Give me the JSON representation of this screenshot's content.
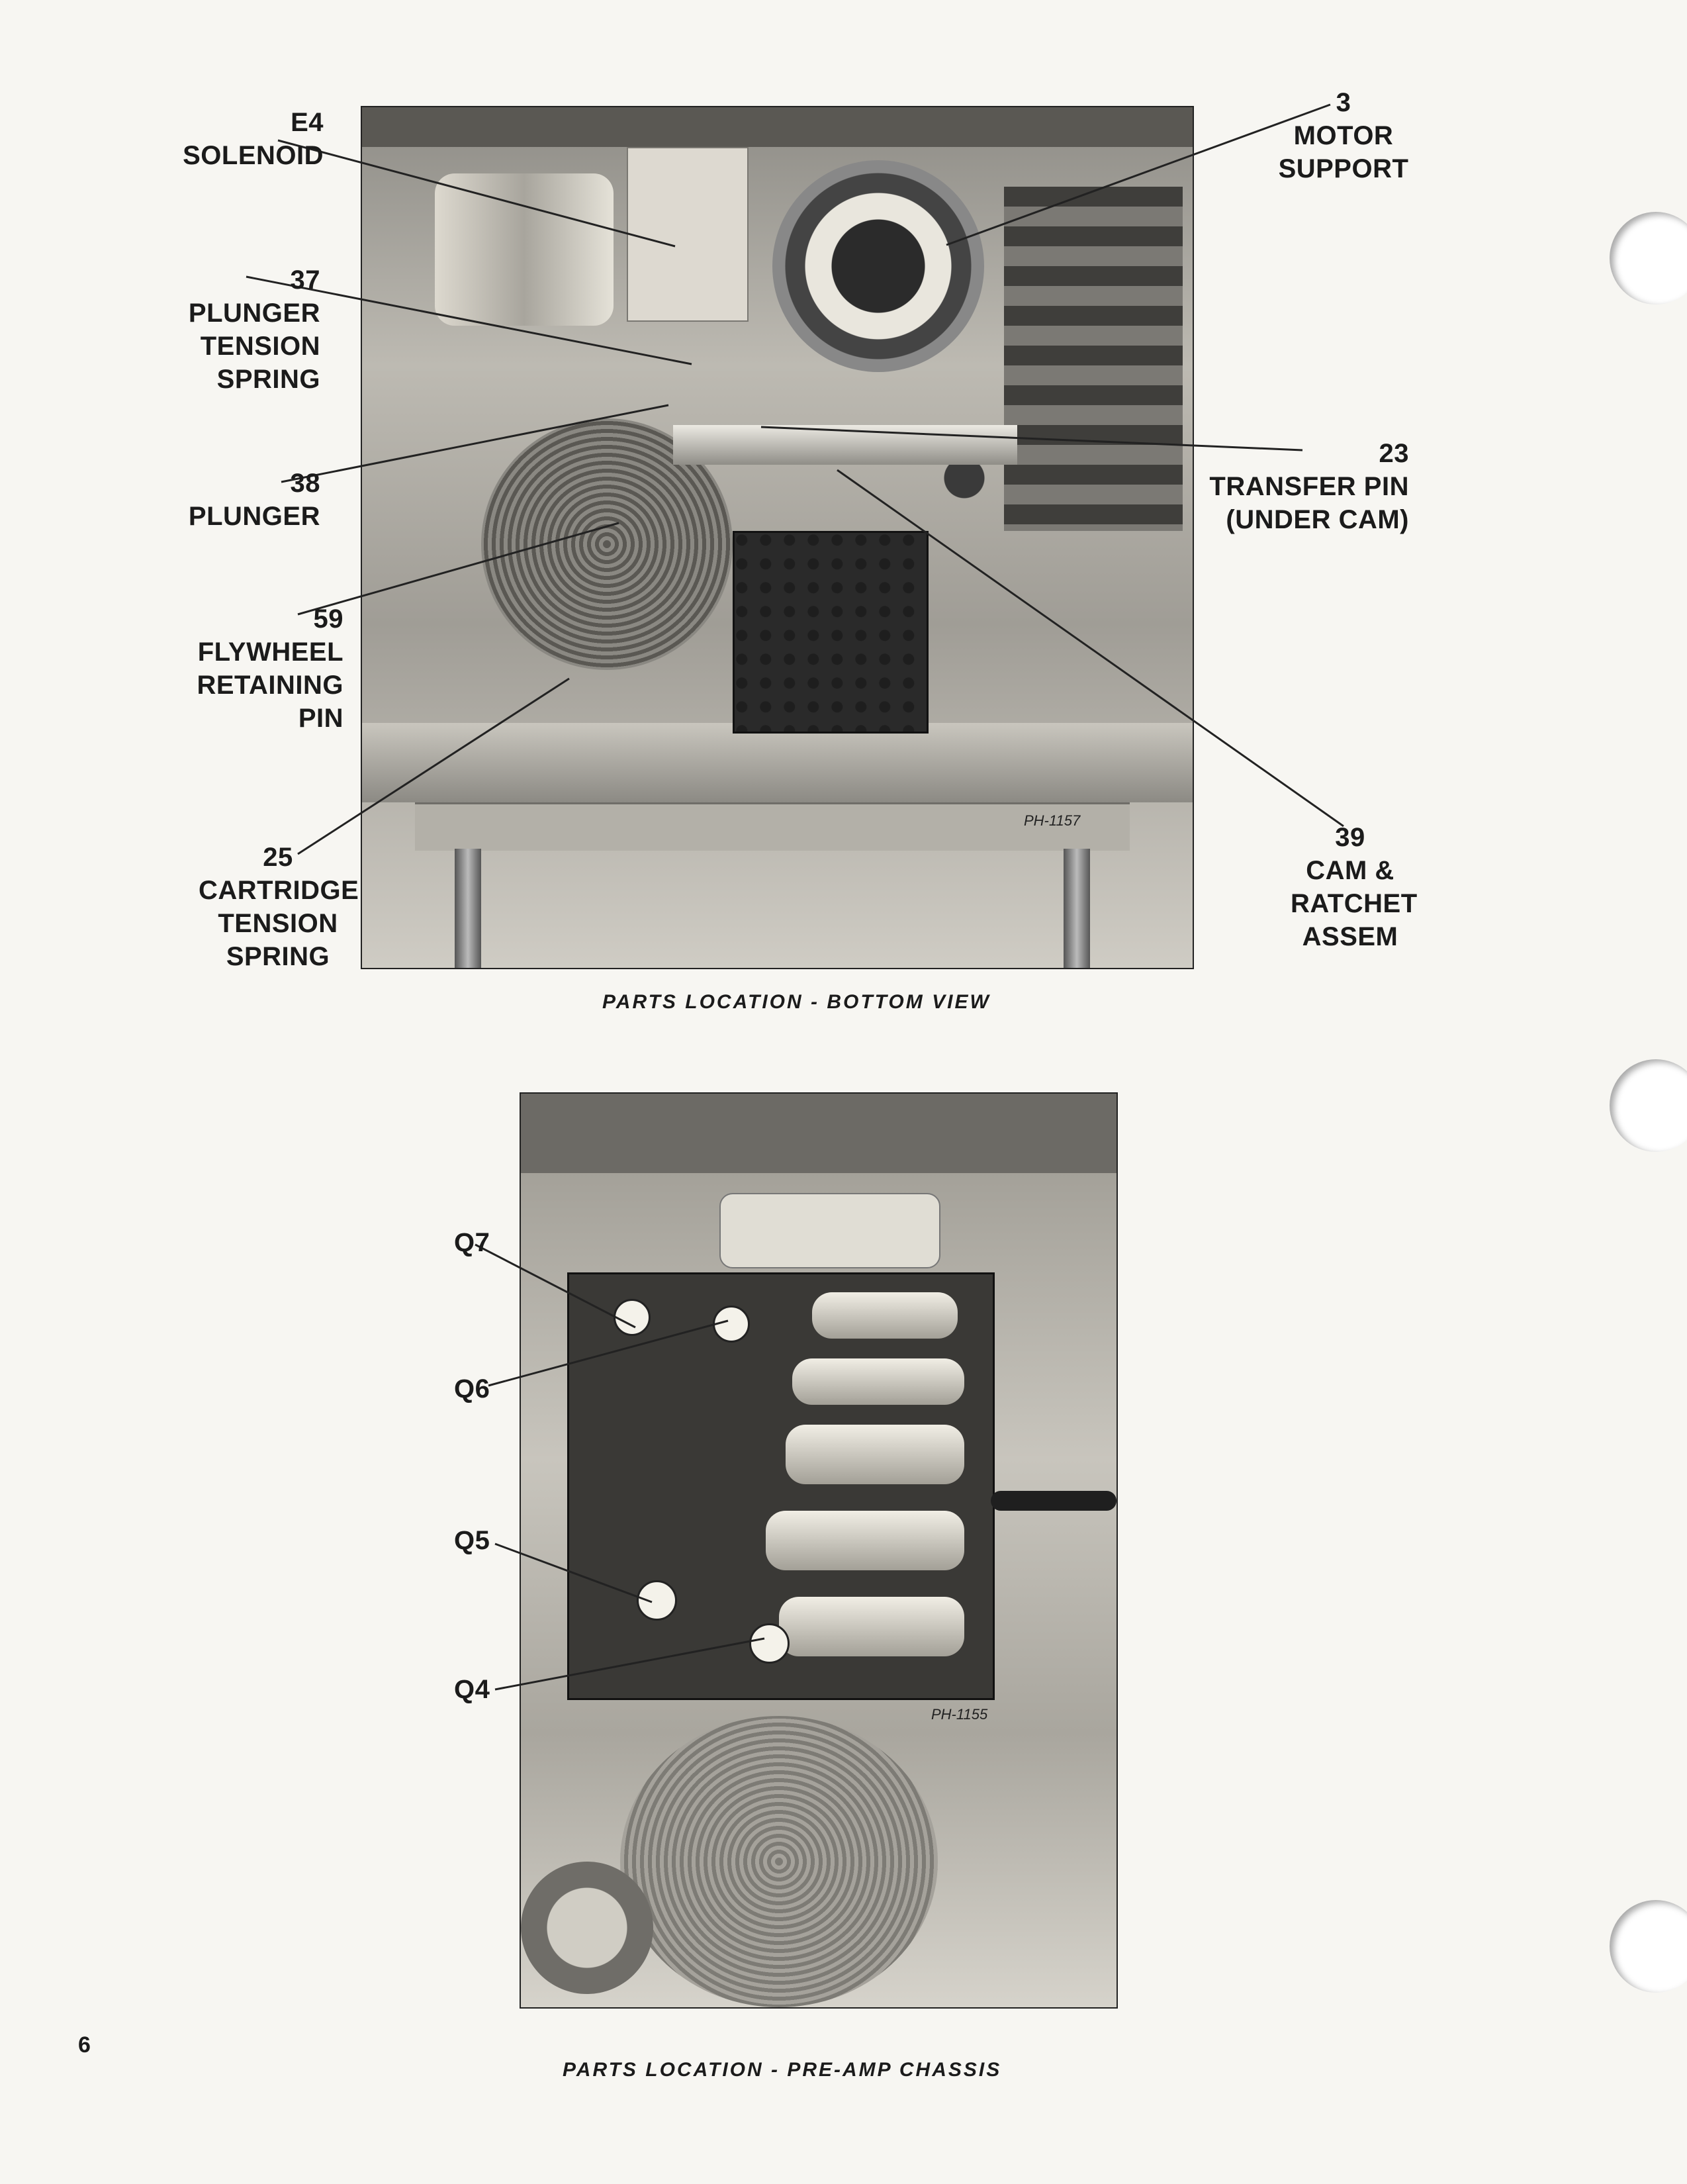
{
  "page": {
    "number": "6"
  },
  "figure_top": {
    "caption": "PARTS LOCATION - BOTTOM VIEW",
    "photo_mark": "PH-1157",
    "callouts": [
      {
        "id": "e4",
        "lines": [
          "E4",
          "SOLENOID"
        ]
      },
      {
        "id": "37",
        "lines": [
          "37",
          "PLUNGER",
          "TENSION",
          "SPRING"
        ]
      },
      {
        "id": "38",
        "lines": [
          "38",
          "PLUNGER"
        ]
      },
      {
        "id": "59",
        "lines": [
          "59",
          "FLYWHEEL",
          "RETAINING",
          "PIN"
        ]
      },
      {
        "id": "25",
        "lines": [
          "25",
          "CARTRIDGE",
          "TENSION",
          "SPRING"
        ]
      },
      {
        "id": "3",
        "lines": [
          "3",
          "MOTOR",
          "SUPPORT"
        ]
      },
      {
        "id": "23",
        "lines": [
          "23",
          "TRANSFER PIN",
          "(UNDER CAM)"
        ]
      },
      {
        "id": "39",
        "lines": [
          "39",
          "CAM &",
          "RATCHET",
          "ASSEM"
        ]
      }
    ]
  },
  "figure_bottom": {
    "caption": "PARTS LOCATION - PRE-AMP CHASSIS",
    "photo_mark": "PH-1155",
    "callouts": [
      {
        "id": "q7",
        "lines": [
          "Q7"
        ]
      },
      {
        "id": "q6",
        "lines": [
          "Q6"
        ]
      },
      {
        "id": "q5",
        "lines": [
          "Q5"
        ]
      },
      {
        "id": "q4",
        "lines": [
          "Q4"
        ]
      }
    ]
  }
}
